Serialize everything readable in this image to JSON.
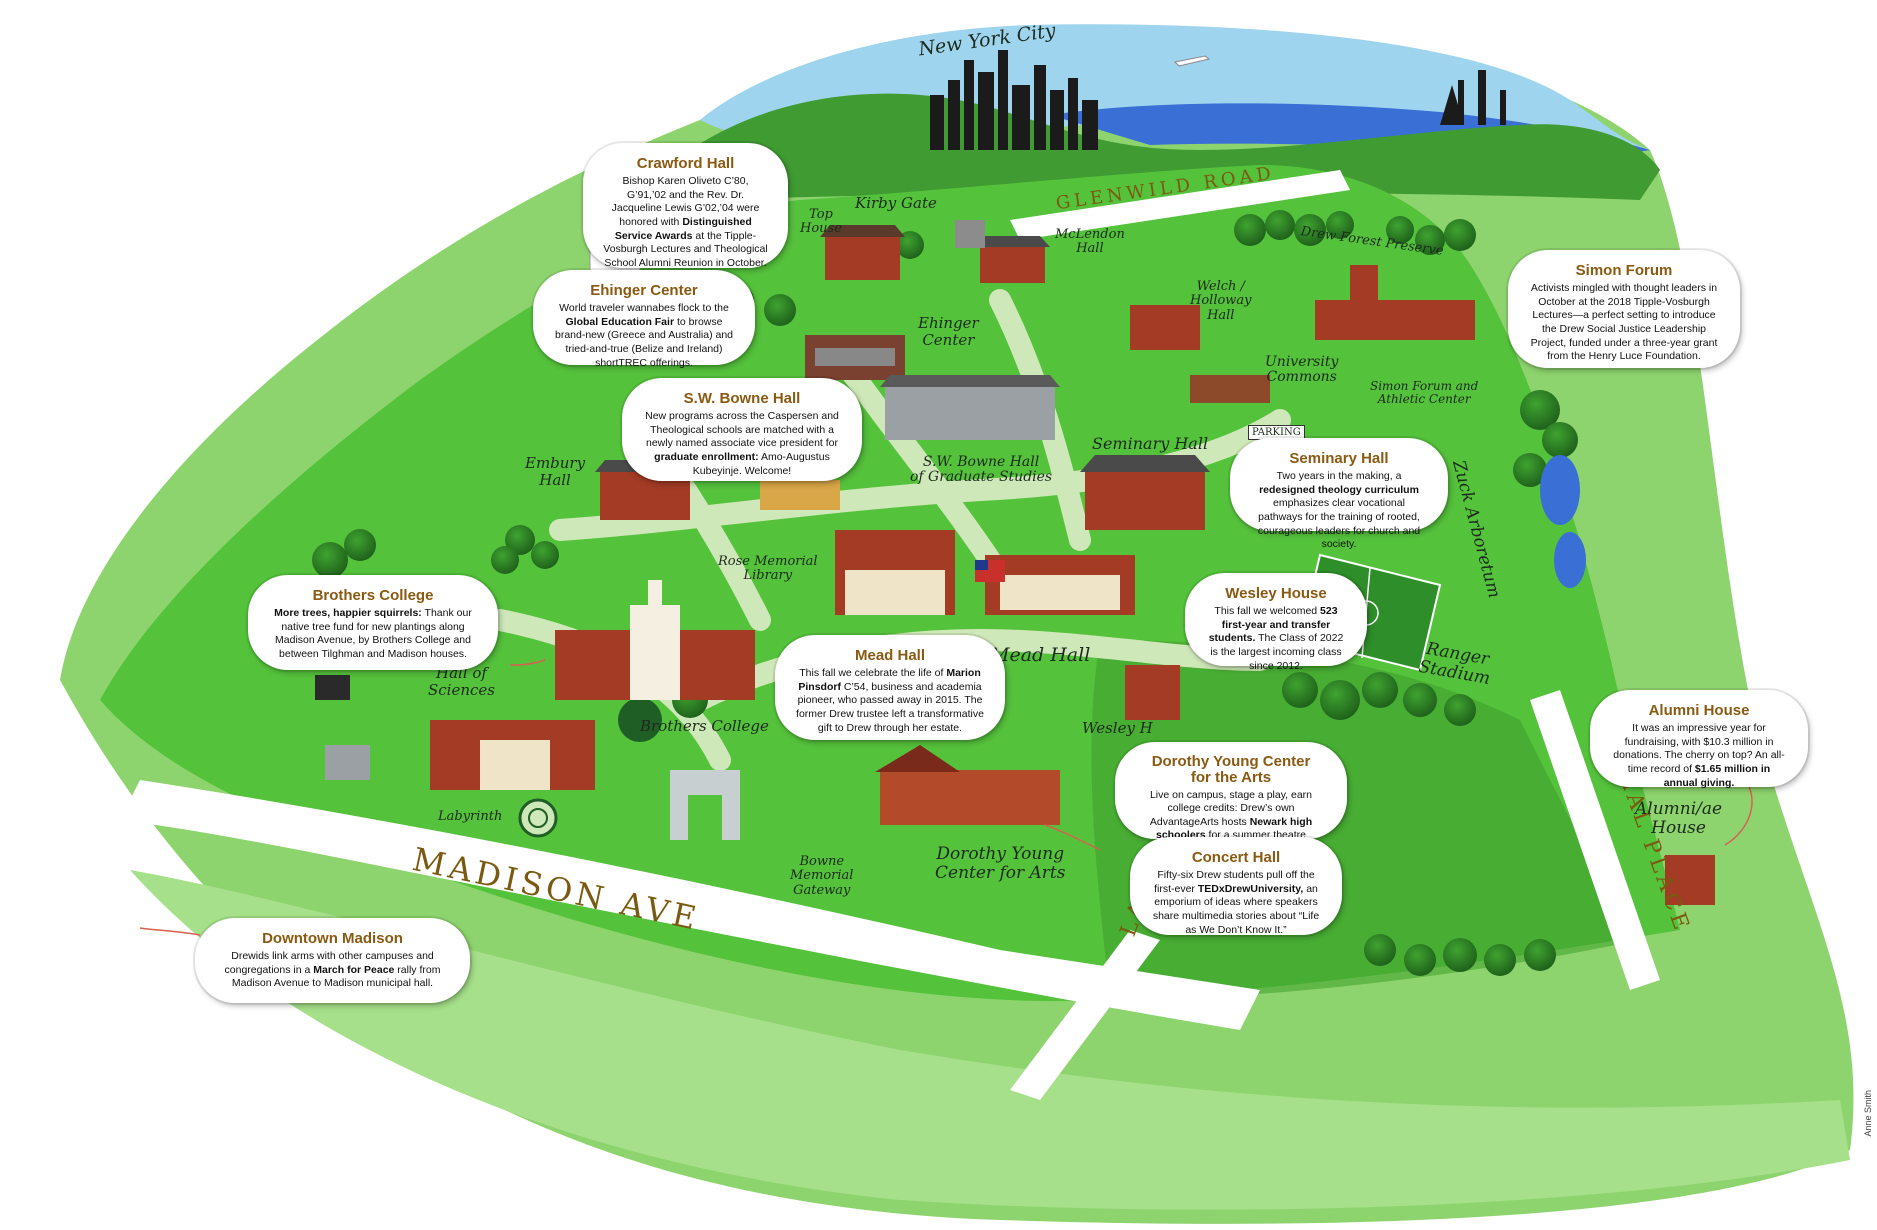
{
  "city_label": "New York City",
  "roads": {
    "glenwild": "GLENWILD ROAD",
    "madison": "MADISON AVE",
    "vivian": "VIVIAL PLACE",
    "lancaster_partial": "LA"
  },
  "labels": {
    "kirby_gate": "Kirby Gate",
    "mclendon": "McLendon\nHall",
    "forest": "Drew Forest Preserve",
    "welch": "Welch /\nHolloway\nHall",
    "ehinger": "Ehinger\nCenter",
    "university_commons": "University\nCommons",
    "simon_forum": "Simon Forum and\nAthletic Center",
    "parking": "PARKING",
    "seminary": "Seminary Hall",
    "sw_bowne": "S.W. Bowne Hall\nof Graduate Studies",
    "embury": "Embury\nHall",
    "rose": "Rose Memorial\nLibrary",
    "arboretum": "Zuck Arboretum",
    "ranger": "Ranger\nStadium",
    "mead": "Mead Hall",
    "wesley": "Wesley H",
    "hall_sciences": "Hall of\nSciences",
    "brothers_college": "Brothers College",
    "labyrinth": "Labyrinth",
    "bowne_gateway": "Bowne\nMemorial\nGateway",
    "dorothy": "Dorothy Young\nCenter for Arts",
    "alumni_house": "Alumni/ae\nHouse",
    "top_house": "Top\nHouse"
  },
  "callouts": {
    "crawford": {
      "title": "Crawford Hall",
      "body": "Bishop Karen Oliveto C’80, G’91,’02 and the Rev. Dr. Jacqueline Lewis G’02,’04 were honored with ",
      "bold": "Distinguished Service Awards",
      "after": " at the Tipple-Vosburgh Lectures and Theological School Alumni Reunion in October."
    },
    "ehinger": {
      "title": "Ehinger Center",
      "body": "World traveler wannabes flock to the ",
      "bold": "Global Education Fair",
      "after": " to browse brand-new (Greece and Australia) and tried-and-true (Belize and Ireland) shortTREC offerings."
    },
    "bowne": {
      "title": "S.W. Bowne Hall",
      "body": "New programs across the Caspersen and Theological schools are matched with a newly named associate vice president for ",
      "bold": "graduate enrollment:",
      "after": " Amo-Augustus Kubeyinje. Welcome!"
    },
    "simon": {
      "title": "Simon Forum",
      "body": "Activists mingled with thought leaders in October at the 2018 Tipple-Vosburgh Lectures—a perfect setting to introduce the Drew Social Justice Leadership Project, funded under a three-year grant from the Henry Luce Foundation."
    },
    "seminary": {
      "title": "Seminary Hall",
      "body": "Two years in the making, a ",
      "bold": "redesigned theology curriculum",
      "after": " emphasizes clear vocational pathways for the training of rooted, courageous leaders for church and society."
    },
    "brothers": {
      "title": "Brothers College",
      "bold": "More trees, happier squirrels:",
      "after": " Thank our native tree fund for new plantings along Madison Avenue, by Brothers College and between Tilghman and Madison houses."
    },
    "wesley": {
      "title": "Wesley House",
      "body": "This fall we welcomed ",
      "bold": "523 first-year and transfer students.",
      "after": " The Class of 2022 is the largest incoming class since 2012."
    },
    "mead": {
      "title": "Mead Hall",
      "body": "This fall we celebrate the life of ",
      "bold": "Marion Pinsdorf",
      "after": " C’54, business and academia pioneer, who passed away in 2015. The former Drew trustee left a transformative gift to Drew through her estate."
    },
    "alumni": {
      "title": "Alumni House",
      "body": "It was an impressive year for fundraising, with $10.3 million in donations. The cherry on top? An all-time record of ",
      "bold": "$1.65 million in annual giving."
    },
    "dorothy": {
      "title": "Dorothy Young Center\nfor the Arts",
      "body": "Live on campus, stage a play, earn college credits: Drew’s own AdvantageArts hosts ",
      "bold": "Newark high schoolers",
      "after": " for a summer theatre intensive."
    },
    "concert": {
      "title": "Concert Hall",
      "body": "Fifty-six Drew students pull off the first-ever ",
      "bold": "TEDxDrewUniversity,",
      "after": " an emporium of ideas where speakers share multimedia stories about “Life as We Don’t Know It.”"
    },
    "downtown": {
      "title": "Downtown Madison",
      "body": "Drewids link arms with other campuses and congregations in a ",
      "bold": "March for Peace",
      "after": " rally from Madison Avenue to Madison municipal hall."
    }
  },
  "credit": "Anne Smith",
  "colors": {
    "grass": "#55c23c",
    "grass_dark": "#3e9f2c",
    "sky": "#9fd4ee",
    "water": "#3a6fd6",
    "brick": "#a33b25",
    "path": "#cfe8b9",
    "accent": "#8a5a12"
  }
}
